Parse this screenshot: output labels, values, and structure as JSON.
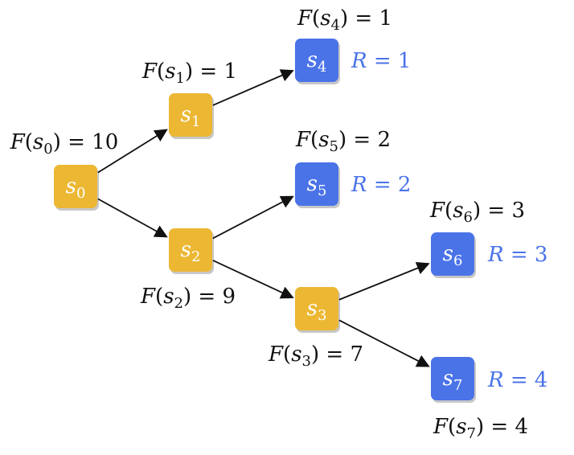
{
  "colors": {
    "internal": "#ECB733",
    "terminal": "#4A73E8",
    "reward_text": "#4A73E8",
    "edge": "#111111"
  },
  "nodes": [
    {
      "id": "s0",
      "base": "s",
      "sub": "0",
      "kind": "internal",
      "flow": "10"
    },
    {
      "id": "s1",
      "base": "s",
      "sub": "1",
      "kind": "internal",
      "flow": "1"
    },
    {
      "id": "s2",
      "base": "s",
      "sub": "2",
      "kind": "internal",
      "flow": "9"
    },
    {
      "id": "s3",
      "base": "s",
      "sub": "3",
      "kind": "internal",
      "flow": "7"
    },
    {
      "id": "s4",
      "base": "s",
      "sub": "4",
      "kind": "terminal",
      "flow": "1",
      "reward": "1"
    },
    {
      "id": "s5",
      "base": "s",
      "sub": "5",
      "kind": "terminal",
      "flow": "2",
      "reward": "2"
    },
    {
      "id": "s6",
      "base": "s",
      "sub": "6",
      "kind": "terminal",
      "flow": "3",
      "reward": "3"
    },
    {
      "id": "s7",
      "base": "s",
      "sub": "7",
      "kind": "terminal",
      "flow": "4",
      "reward": "4"
    }
  ],
  "edges": [
    {
      "from": "s0",
      "to": "s1"
    },
    {
      "from": "s0",
      "to": "s2"
    },
    {
      "from": "s1",
      "to": "s4"
    },
    {
      "from": "s2",
      "to": "s5"
    },
    {
      "from": "s2",
      "to": "s3"
    },
    {
      "from": "s3",
      "to": "s6"
    },
    {
      "from": "s3",
      "to": "s7"
    }
  ],
  "notation": {
    "flow_fn": "F",
    "reward_sym": "R",
    "equals": " = "
  }
}
